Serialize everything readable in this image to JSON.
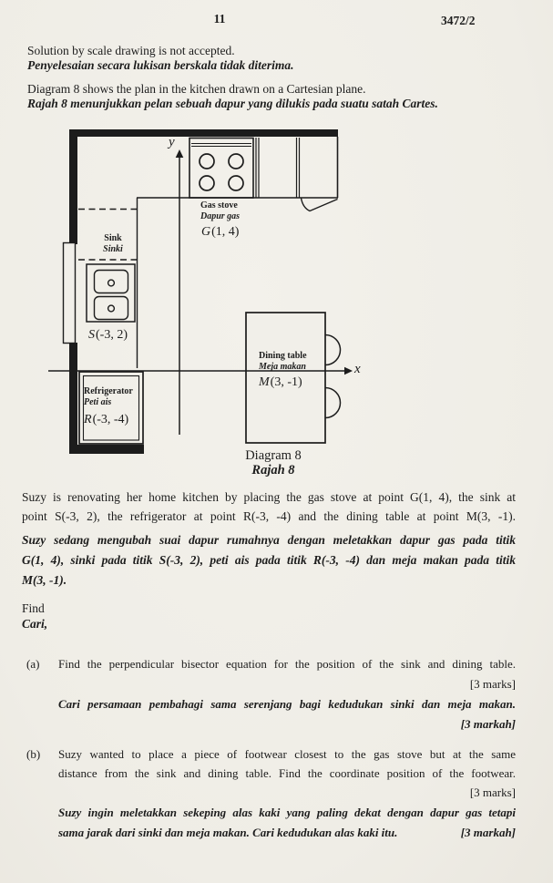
{
  "header": {
    "page_number": "11",
    "paper_code": "3472/2"
  },
  "instruction": {
    "en": "Solution by scale drawing is not accepted.",
    "ms": "Penyelesaian secara lukisan berskala tidak diterima."
  },
  "intro": {
    "en": "Diagram 8 shows the plan in the kitchen drawn on a Cartesian plane.",
    "ms": "Rajah 8 menunjukkan pelan sebuah dapur yang dilukis pada suatu satah Cartes."
  },
  "diagram": {
    "axes": {
      "x_label": "x",
      "y_label": "y"
    },
    "items": {
      "gas_stove": {
        "label_en": "Gas stove",
        "label_ms": "Dapur gas",
        "point_letter": "G",
        "point_coords": "(1, 4)"
      },
      "sink": {
        "label_en": "Sink",
        "label_ms": "Sinki",
        "point_letter": "S",
        "point_coords": "(-3, 2)"
      },
      "refrigerator": {
        "label_en": "Refrigerator",
        "label_ms": "Peti ais",
        "point_letter": "R",
        "point_coords": "(-3, -4)"
      },
      "dining_table": {
        "label_en": "Dining table",
        "label_ms": "Meja makan",
        "point_letter": "M",
        "point_coords": "(3, -1)"
      }
    },
    "caption": {
      "en": "Diagram 8",
      "ms": "Rajah 8"
    }
  },
  "problem": {
    "en_lines": [
      "Suzy is renovating her home kitchen by placing the gas stove at point G(1, 4), the sink at",
      "point S(-3, 2), the refrigerator at point R(-3, -4) and the dining table at point M(3, -1)."
    ],
    "ms_lines": [
      "Suzy sedang mengubah suai dapur rumahnya dengan meletakkan dapur gas pada titik",
      "G(1, 4), sinki pada titik S(-3, 2), peti ais pada titik R(-3, -4) dan meja makan pada titik",
      "M(3, -1)."
    ]
  },
  "find": {
    "en": "Find",
    "ms": "Cari,"
  },
  "questions": [
    {
      "label": "(a)",
      "en_lines": [
        "Find the perpendicular bisector equation for the position of the sink and dining table."
      ],
      "marks_en": "[3 marks]",
      "ms_lines": [
        "Cari persamaan pembahagi sama serenjang bagi kedudukan sinki dan meja makan."
      ],
      "marks_ms": "[3 markah]"
    },
    {
      "label": "(b)",
      "en_lines": [
        "Suzy wanted to place a piece of footwear closest to the gas stove but at the same",
        "distance from the sink and dining table. Find the coordinate position of the footwear."
      ],
      "marks_en": "[3 marks]",
      "ms_lines": [
        "Suzy ingin meletakkan sekeping alas kaki yang paling dekat dengan dapur gas tetapi",
        "sama jarak dari sinki dan meja makan. Cari kedudukan alas kaki itu."
      ],
      "marks_ms": "[3 markah]"
    }
  ]
}
